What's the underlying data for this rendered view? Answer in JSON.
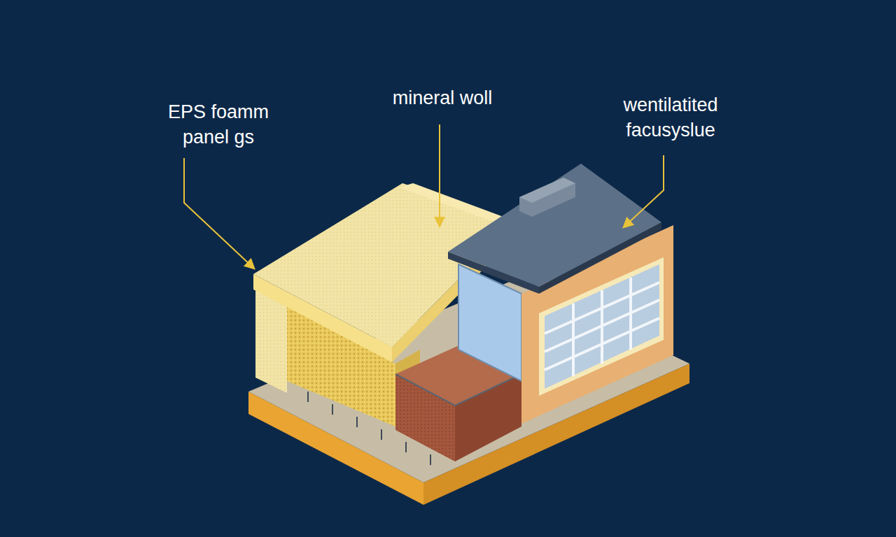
{
  "diagram": {
    "labels": [
      "EPS foamm panel gs",
      "mineral woll",
      "wentilatited facusyslue"
    ]
  }
}
